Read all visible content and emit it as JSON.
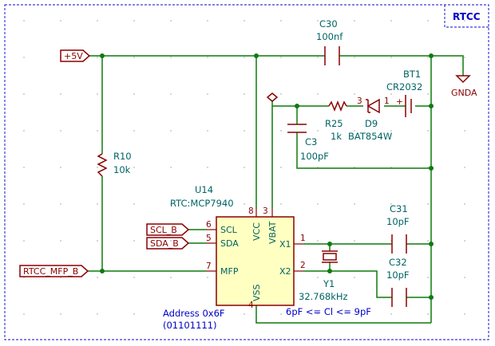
{
  "sheet": {
    "title": "RTCC"
  },
  "labels": {
    "pwr": "+5V",
    "gnd": "GNDA",
    "scl": "SCL_B",
    "sda": "SDA_B",
    "mfp": "RTCC_MFP_B"
  },
  "components": {
    "c30": {
      "ref": "C30",
      "value": "100nf"
    },
    "bt1": {
      "ref": "BT1",
      "value": "CR2032",
      "plus": "+"
    },
    "r10": {
      "ref": "R10",
      "value": "10k"
    },
    "r25": {
      "ref": "R25",
      "value": "1k"
    },
    "d9": {
      "ref": "D9",
      "value": "BAT854W",
      "pin3": "3",
      "pin1": "1"
    },
    "c3": {
      "ref": "C3",
      "value": "100pF"
    },
    "u14": {
      "ref": "U14",
      "value": "RTC:MCP7940",
      "pins": {
        "scl": {
          "num": "6",
          "name": "SCL"
        },
        "sda": {
          "num": "5",
          "name": "SDA"
        },
        "mfp": {
          "num": "7",
          "name": "MFP"
        },
        "vcc": {
          "num": "8",
          "name": "VCC"
        },
        "vbat": {
          "num": "3",
          "name": "VBAT"
        },
        "x1": {
          "num": "1",
          "name": "X1"
        },
        "x2": {
          "num": "2",
          "name": "X2"
        },
        "vss": {
          "num": "4",
          "name": "VSS"
        }
      }
    },
    "c31": {
      "ref": "C31",
      "value": "10pF"
    },
    "c32": {
      "ref": "C32",
      "value": "10pF"
    },
    "y1": {
      "ref": "Y1",
      "value": "32.768kHz"
    }
  },
  "notes": {
    "address_line1": "Address 0x6F",
    "address_line2": "(01101111)",
    "cl_range": "6pF <= Cl <= 9pF"
  }
}
